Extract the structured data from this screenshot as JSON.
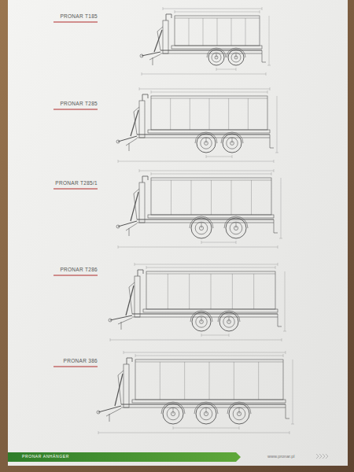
{
  "diagram": {
    "labels": [
      "PRONAR T185",
      "PRONAR T285",
      "PRONAR T285/1",
      "PRONAR T286",
      "PRONAR 386",
      "PRONAR ANHÄNGER",
      "www.pronar.pl"
    ]
  }
}
